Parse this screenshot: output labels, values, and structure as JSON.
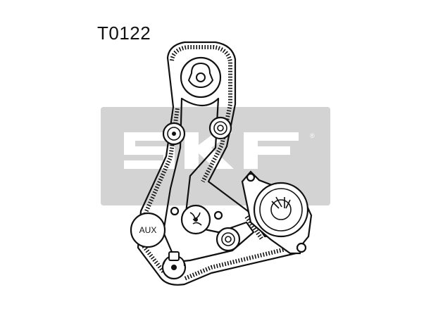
{
  "part_code": "T0122",
  "watermark": {
    "text": "SKF",
    "color": "#d3d3d3"
  },
  "labels": {
    "aux": "AUX"
  },
  "colors": {
    "line": "#111111",
    "background": "#ffffff"
  }
}
